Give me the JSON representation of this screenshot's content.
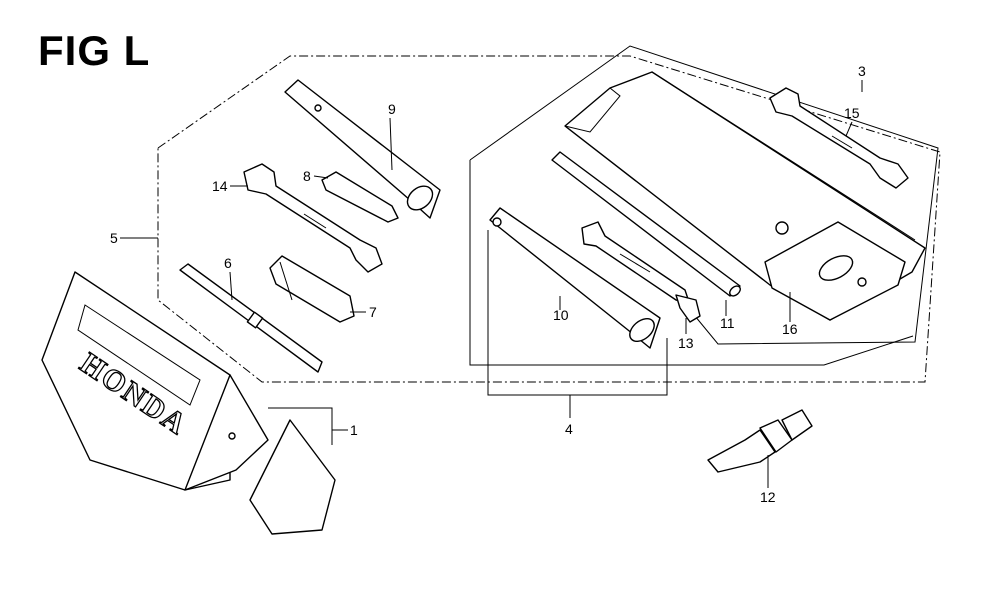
{
  "figure": {
    "title": "FIG L",
    "brand_mark": "HONDA"
  },
  "callouts": {
    "c1": "1",
    "c3": "3",
    "c4": "4",
    "c5": "5",
    "c6": "6",
    "c7": "7",
    "c8": "8",
    "c9": "9",
    "c10": "10",
    "c11": "11",
    "c12": "12",
    "c13": "13",
    "c14": "14",
    "c15": "15",
    "c16": "16"
  }
}
